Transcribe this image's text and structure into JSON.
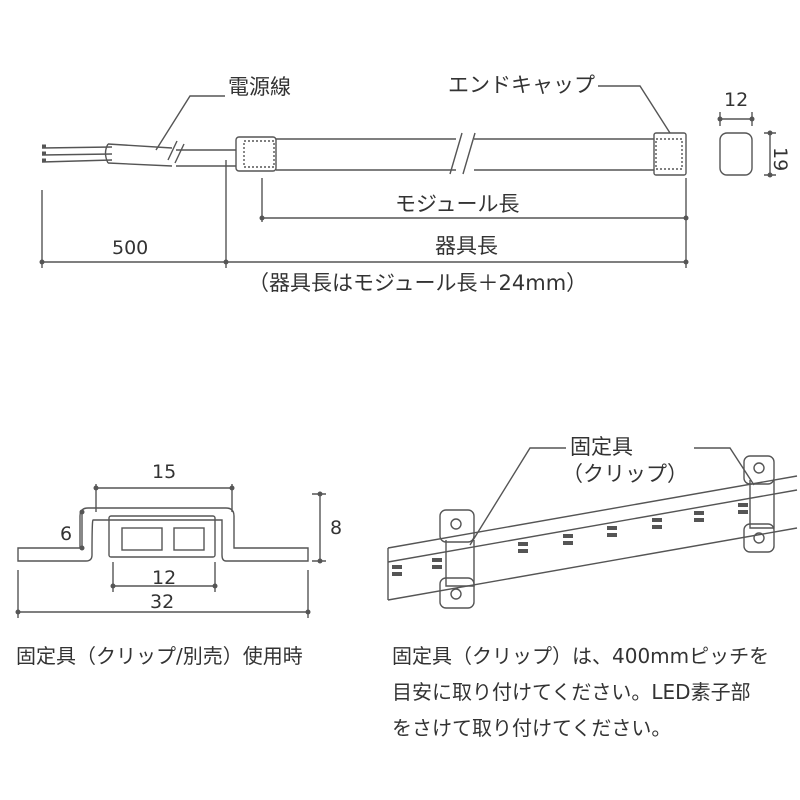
{
  "colors": {
    "line": "#555555",
    "text": "#333333",
    "bg": "#ffffff"
  },
  "top": {
    "label_power_cable": "電源線",
    "label_end_cap": "エンドキャップ",
    "dim_cable_length": "500",
    "dim_module_length": "モジュール長",
    "dim_fixture_length": "器具長",
    "note_length": "（器具長はモジュール長＋24mm）",
    "endcap_width": "12",
    "endcap_height": "19"
  },
  "clip": {
    "dim_width": "15",
    "dim_inner": "12",
    "dim_total": "32",
    "dim_height": "8",
    "dim_inner_height": "6",
    "caption": "固定具（クリップ/別売）使用時"
  },
  "install": {
    "label_line1": "固定具",
    "label_line2": "（クリップ）",
    "note_lines": [
      "固定具（クリップ）は、400mmピッチを",
      "目安に取り付けてください。LED素子部",
      "をさけて取り付けてください。"
    ]
  }
}
